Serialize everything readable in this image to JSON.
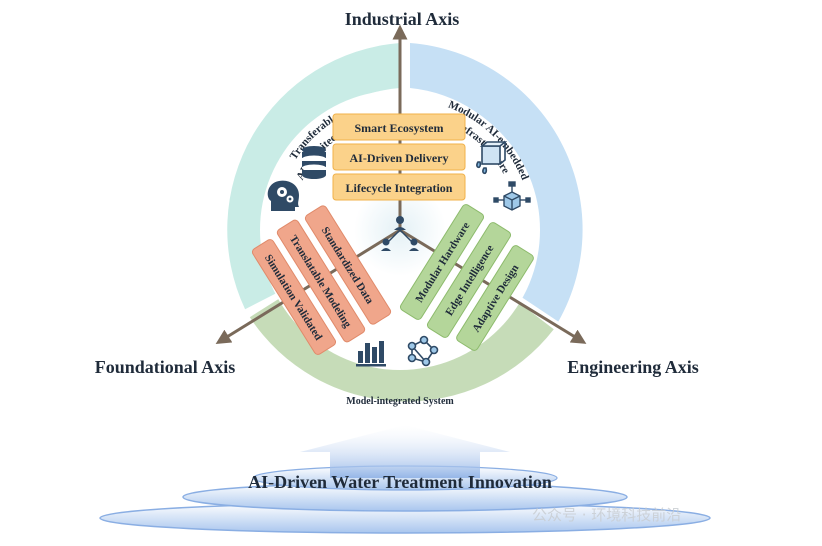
{
  "axes": {
    "industrial": "Industrial Axis",
    "foundational": "Foundational Axis",
    "engineering": "Engineering Axis"
  },
  "rings": {
    "left_label_line1": "Transferable",
    "left_label_line2": "AI Architectures",
    "right_label_line1": "Modular AI-embedded",
    "right_label_line2": "Infrastructure",
    "bottom_label": "Model-integrated System"
  },
  "industrial_boxes": [
    "Smart Ecosystem",
    "AI-Driven Delivery",
    "Lifecycle Integration"
  ],
  "foundational_bars": [
    "Standardized Data",
    "Translatable Modeling",
    "Simulation Validated"
  ],
  "engineering_bars": [
    "Modular Hardware",
    "Edge Intelligence",
    "Adaptive Design"
  ],
  "base_title": "AI-Driven Water Treatment Innovation",
  "watermark": "公众号 · 环境科技前沿",
  "colors": {
    "ring_left": "#c9ece6",
    "ring_right": "#c6e0f5",
    "ring_bottom": "#c6dcb8",
    "industrial_box": "#fbd28a",
    "foundational_bar": "#f0a68b",
    "engineering_bar": "#b4d69a",
    "axis_arrow": "#7a6a5a",
    "icon": "#2f4a66"
  },
  "icons": [
    "database-icon",
    "brain-gears-icon",
    "cube-drops-icon",
    "cube-network-icon",
    "bar-chart-icon",
    "molecule-network-icon",
    "people-network-icon"
  ]
}
